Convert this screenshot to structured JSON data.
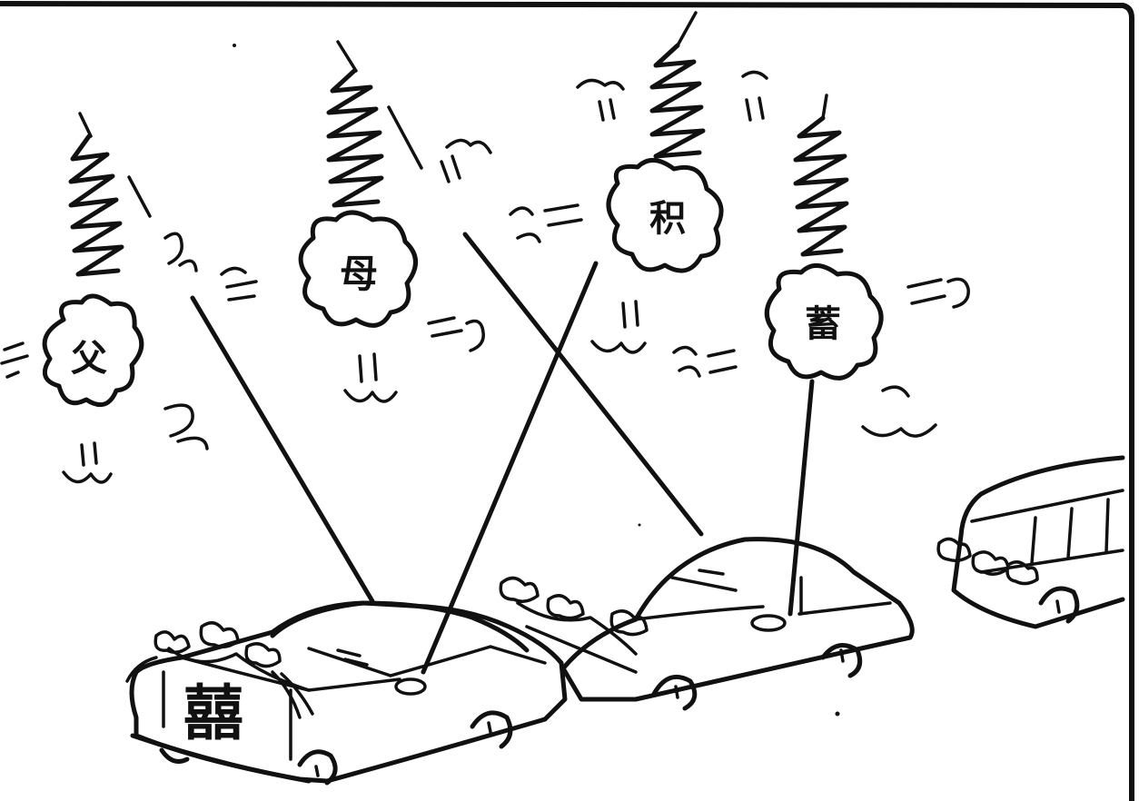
{
  "panel": {
    "border_color": "#111111",
    "background": "#ffffff"
  },
  "firecrackers": [
    {
      "char": "父"
    },
    {
      "char": "母"
    },
    {
      "char": "积"
    },
    {
      "char": "蓄"
    }
  ],
  "car_sign": {
    "char": "囍"
  }
}
